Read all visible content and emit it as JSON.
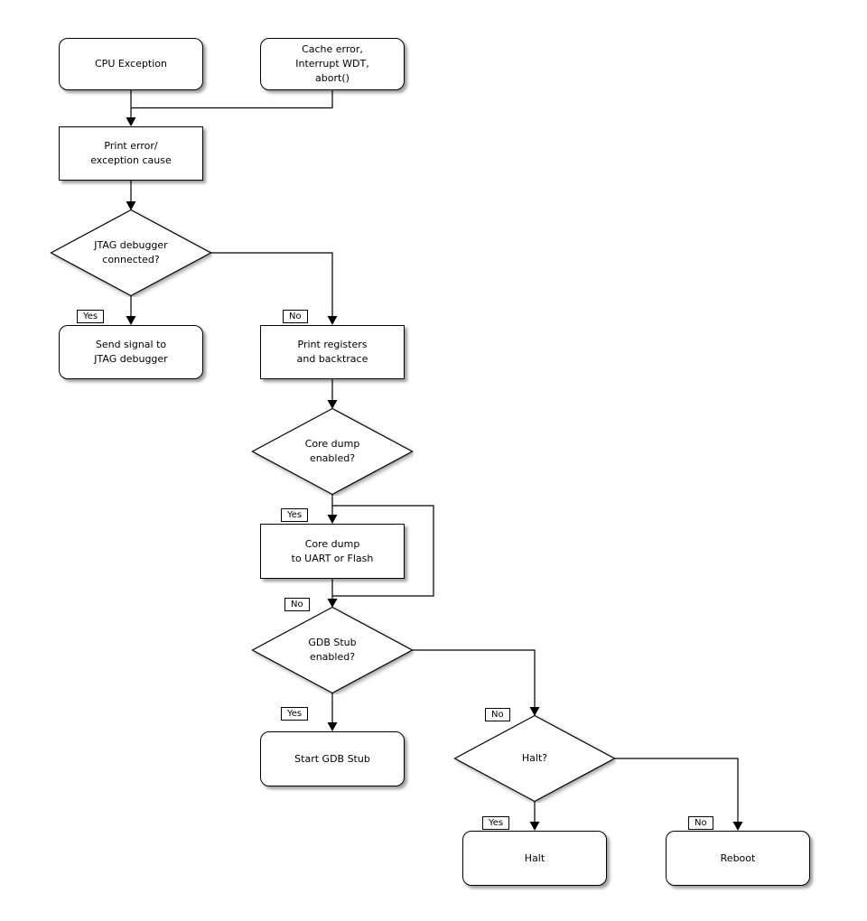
{
  "diagram": {
    "type": "flowchart",
    "background_color": "#ffffff",
    "line_color": "#000000",
    "node_fill_color": "#ffffff",
    "shadow_color": "#9e9e9e"
  },
  "nodes": {
    "cpu_exception": {
      "label": "CPU Exception",
      "shape": "rounded"
    },
    "cache_error": {
      "label": "Cache error,\nInterrupt WDT,\nabort()",
      "shape": "rounded"
    },
    "print_error": {
      "label": "Print error/\nexception cause",
      "shape": "rect"
    },
    "jtag_connected": {
      "label": "JTAG debugger\nconnected?",
      "shape": "diamond"
    },
    "send_signal": {
      "label": "Send signal to\nJTAG debugger",
      "shape": "rounded"
    },
    "print_registers": {
      "label": "Print registers\nand backtrace",
      "shape": "rect"
    },
    "core_dump_enabled": {
      "label": "Core dump\nenabled?",
      "shape": "diamond"
    },
    "core_dump": {
      "label": "Core dump\nto UART or Flash",
      "shape": "rect"
    },
    "gdb_stub_enabled": {
      "label": "GDB Stub\nenabled?",
      "shape": "diamond"
    },
    "start_gdb_stub": {
      "label": "Start GDB Stub",
      "shape": "rounded"
    },
    "halt_question": {
      "label": "Halt?",
      "shape": "diamond"
    },
    "halt": {
      "label": "Halt",
      "shape": "rounded"
    },
    "reboot": {
      "label": "Reboot",
      "shape": "rounded"
    }
  },
  "edge_labels": {
    "jtag_yes": "Yes",
    "jtag_no": "No",
    "core_dump_yes": "Yes",
    "core_dump_no": "No",
    "gdb_stub_yes": "Yes",
    "gdb_stub_no": "No",
    "halt_yes": "Yes",
    "halt_no": "No"
  }
}
